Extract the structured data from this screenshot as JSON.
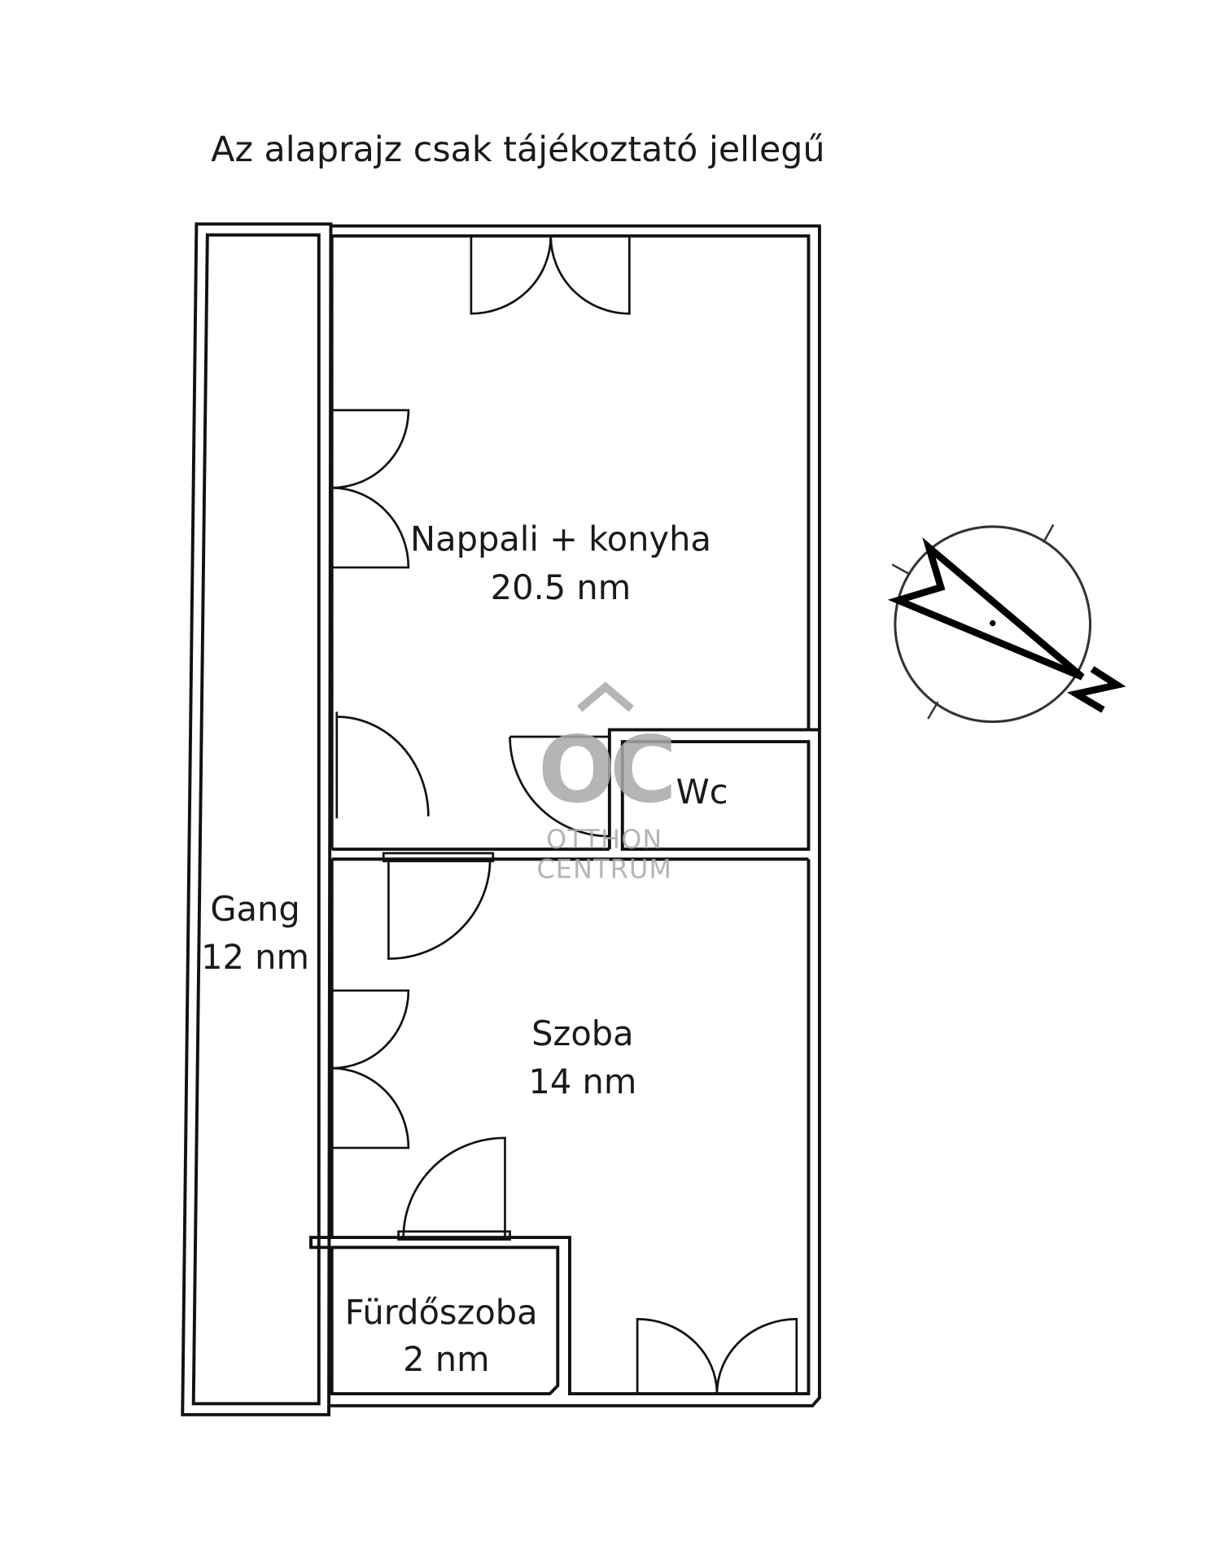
{
  "title": "Az alaprajz csak tájékoztató jellegű",
  "rooms": {
    "nappali": {
      "name": "Nappali + konyha",
      "area": "20.5 nm"
    },
    "wc": {
      "name": "Wc"
    },
    "gang": {
      "name": "Gang",
      "area": "12 nm"
    },
    "szoba": {
      "name": "Szoba",
      "area": "14 nm"
    },
    "furdo": {
      "name": "Fürdőszoba",
      "area": "2 nm"
    }
  },
  "compass": {
    "icon": "north-arrow-icon",
    "north_label": "N"
  },
  "logo": {
    "mark": "OC",
    "line1": "OTTHON",
    "line2": "CENTRUM",
    "color": "#a9a9a9"
  }
}
